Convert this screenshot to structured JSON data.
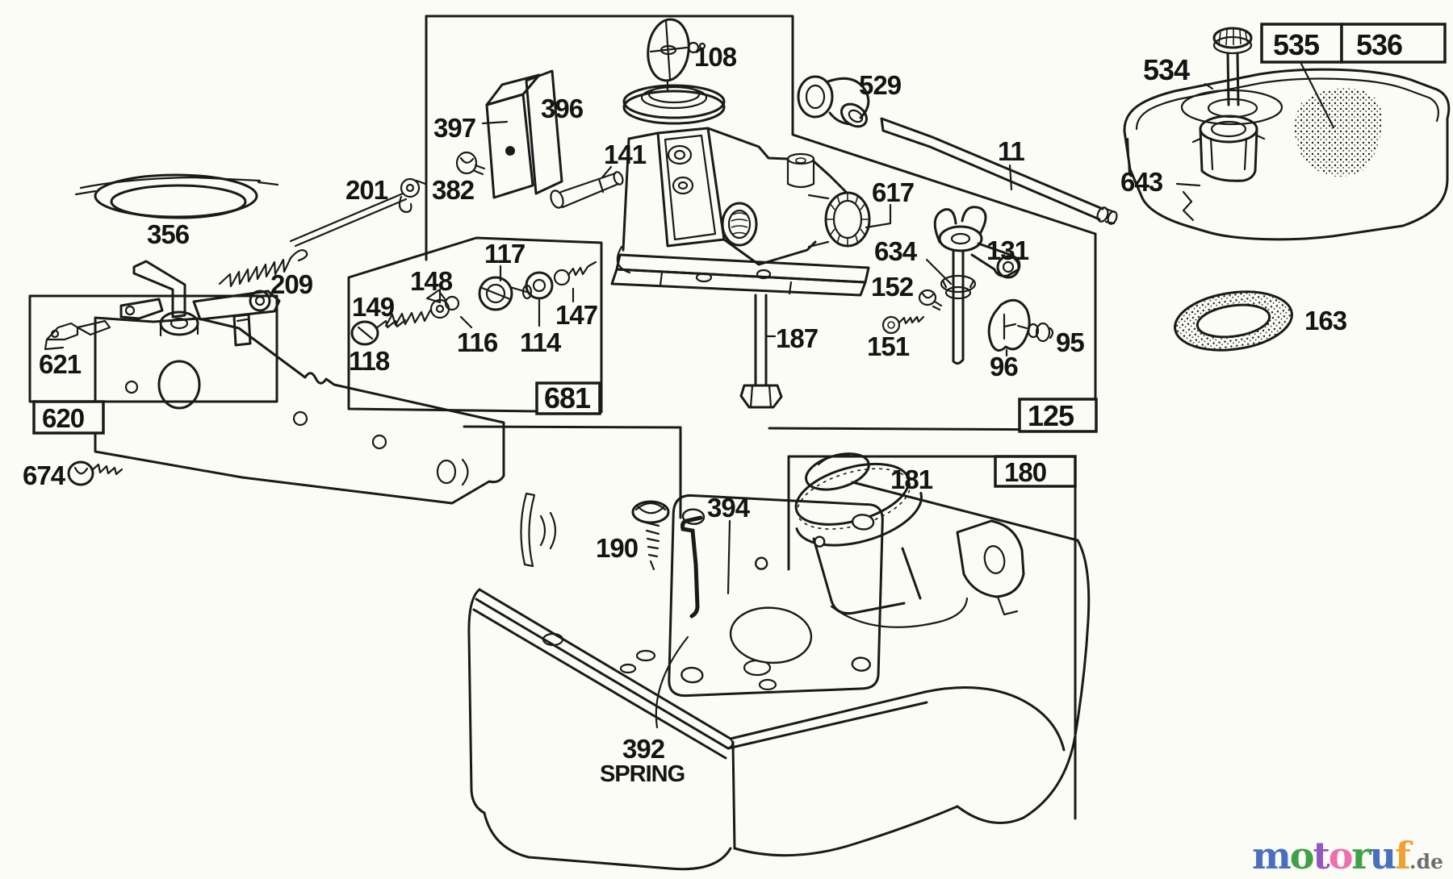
{
  "page": {
    "background": "#fcfcf7",
    "line_color": "#1a1a1a"
  },
  "diagram": {
    "description": "Exploded parts diagram of carburetor and fuel tank assembly",
    "parts": {
      "p108": "108",
      "p396": "396",
      "p397": "397",
      "p382": "382",
      "p201": "201",
      "p356": "356",
      "p209": "209",
      "p621": "621",
      "p620": "620",
      "p674": "674",
      "p141": "141",
      "p149": "149",
      "p148": "148",
      "p117": "117",
      "p116": "116",
      "p114": "114",
      "p147": "147",
      "p118": "118",
      "p681": "681",
      "p187": "187",
      "p617": "617",
      "p634": "634",
      "p152": "152",
      "p151": "151",
      "p131": "131",
      "p95": "95",
      "p96": "96",
      "p125": "125",
      "p529": "529",
      "p11": "11",
      "p534": "534",
      "p535": "535",
      "p536": "536",
      "p643": "643",
      "p163": "163",
      "p181": "181",
      "p180": "180",
      "p190": "190",
      "p394": "394",
      "p392": "392",
      "p392_word": "SPRING"
    }
  },
  "logo": {
    "letters": [
      {
        "ch": "m",
        "color": "#4a6ec1"
      },
      {
        "ch": "o",
        "color": "#3fa045"
      },
      {
        "ch": "t",
        "color": "#8f5bbf"
      },
      {
        "ch": "o",
        "color": "#ee6fae"
      },
      {
        "ch": "r",
        "color": "#3fa045"
      },
      {
        "ch": "u",
        "color": "#4a6ec1"
      },
      {
        "ch": "f",
        "color": "#efa232"
      }
    ],
    "suffix": {
      "ch": ".de",
      "color": "#6e6e6e"
    }
  }
}
